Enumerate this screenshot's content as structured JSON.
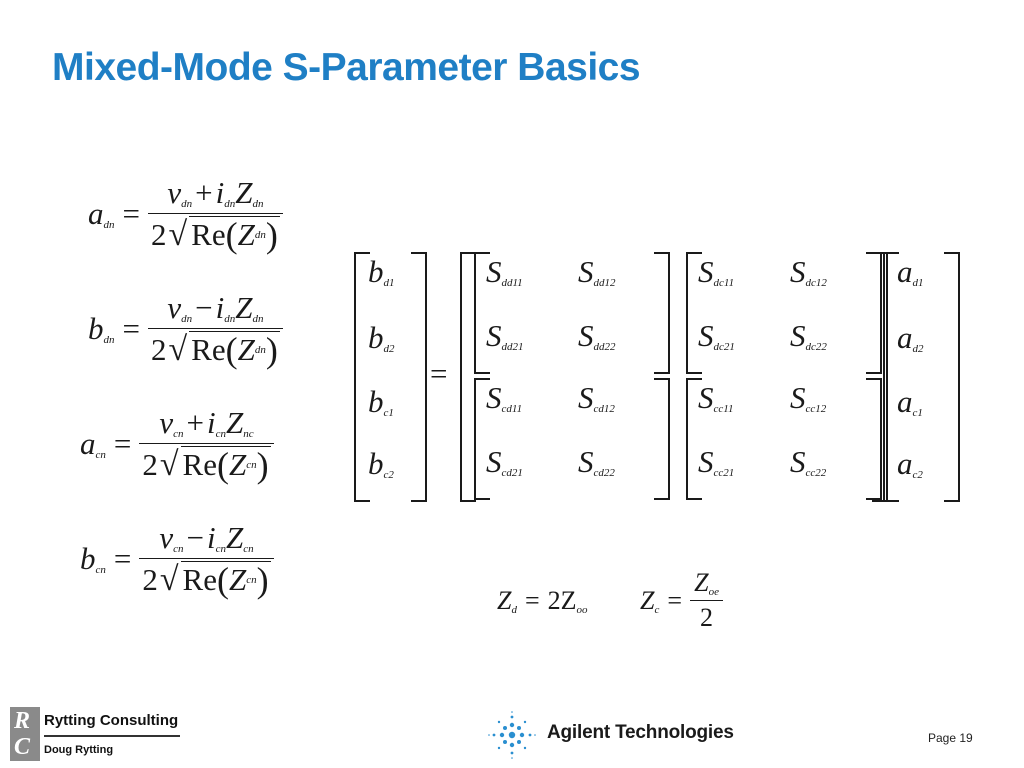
{
  "slide": {
    "title": "Mixed-Mode S-Parameter Basics",
    "page_label": "Page 19"
  },
  "equations": [
    {
      "lhs": "a",
      "lhs_sub": "dn",
      "v_sub": "dn",
      "op": "+",
      "i_sub": "dn",
      "z_sub": "dn",
      "re_z_sub": "dn"
    },
    {
      "lhs": "b",
      "lhs_sub": "dn",
      "v_sub": "dn",
      "op": "−",
      "i_sub": "dn",
      "z_sub": "dn",
      "re_z_sub": "dn"
    },
    {
      "lhs": "a",
      "lhs_sub": "cn",
      "v_sub": "cn",
      "op": "+",
      "i_sub": "cn",
      "z_sub": "nc",
      "re_z_sub": "cn"
    },
    {
      "lhs": "b",
      "lhs_sub": "cn",
      "v_sub": "cn",
      "op": "−",
      "i_sub": "cn",
      "z_sub": "cn",
      "re_z_sub": "cn"
    }
  ],
  "symbols": {
    "v": "v",
    "i": "i",
    "Z": "Z",
    "two": "2",
    "re": "Re",
    "open": "(",
    "close": ")",
    "equals": "=",
    "radical": "√",
    "S": "S"
  },
  "matrix": {
    "b_vector": [
      {
        "sym": "b",
        "sub": "d1"
      },
      {
        "sym": "b",
        "sub": "d2"
      },
      {
        "sym": "b",
        "sub": "c1"
      },
      {
        "sym": "b",
        "sub": "c2"
      }
    ],
    "a_vector": [
      {
        "sym": "a",
        "sub": "d1"
      },
      {
        "sym": "a",
        "sub": "d2"
      },
      {
        "sym": "a",
        "sub": "c1"
      },
      {
        "sym": "a",
        "sub": "c2"
      }
    ],
    "s_quadrants": [
      [
        "dd11",
        "dd12",
        "dd21",
        "dd22"
      ],
      [
        "dc11",
        "dc12",
        "dc21",
        "dc22"
      ],
      [
        "cd11",
        "cd12",
        "cd21",
        "cd22"
      ],
      [
        "cc11",
        "cc12",
        "cc21",
        "cc22"
      ]
    ]
  },
  "impedance": {
    "zd_lhs": "Z",
    "zd_lhs_sub": "d",
    "zd_rhs": "2Z",
    "zd_rhs_sub": "oo",
    "zc_lhs": "Z",
    "zc_lhs_sub": "c",
    "zc_num": "Z",
    "zc_num_sub": "oe",
    "zc_den": "2"
  },
  "footer": {
    "rc_initial_r": "R",
    "rc_initial_c": "C",
    "consulting_name": "Rytting Consulting",
    "consultant": "Doug Rytting",
    "company": "Agilent Technologies"
  },
  "colors": {
    "title": "#1f7fc5",
    "agilent_spark": "#2a8fd0",
    "rc_box": "#8a8a8a"
  }
}
